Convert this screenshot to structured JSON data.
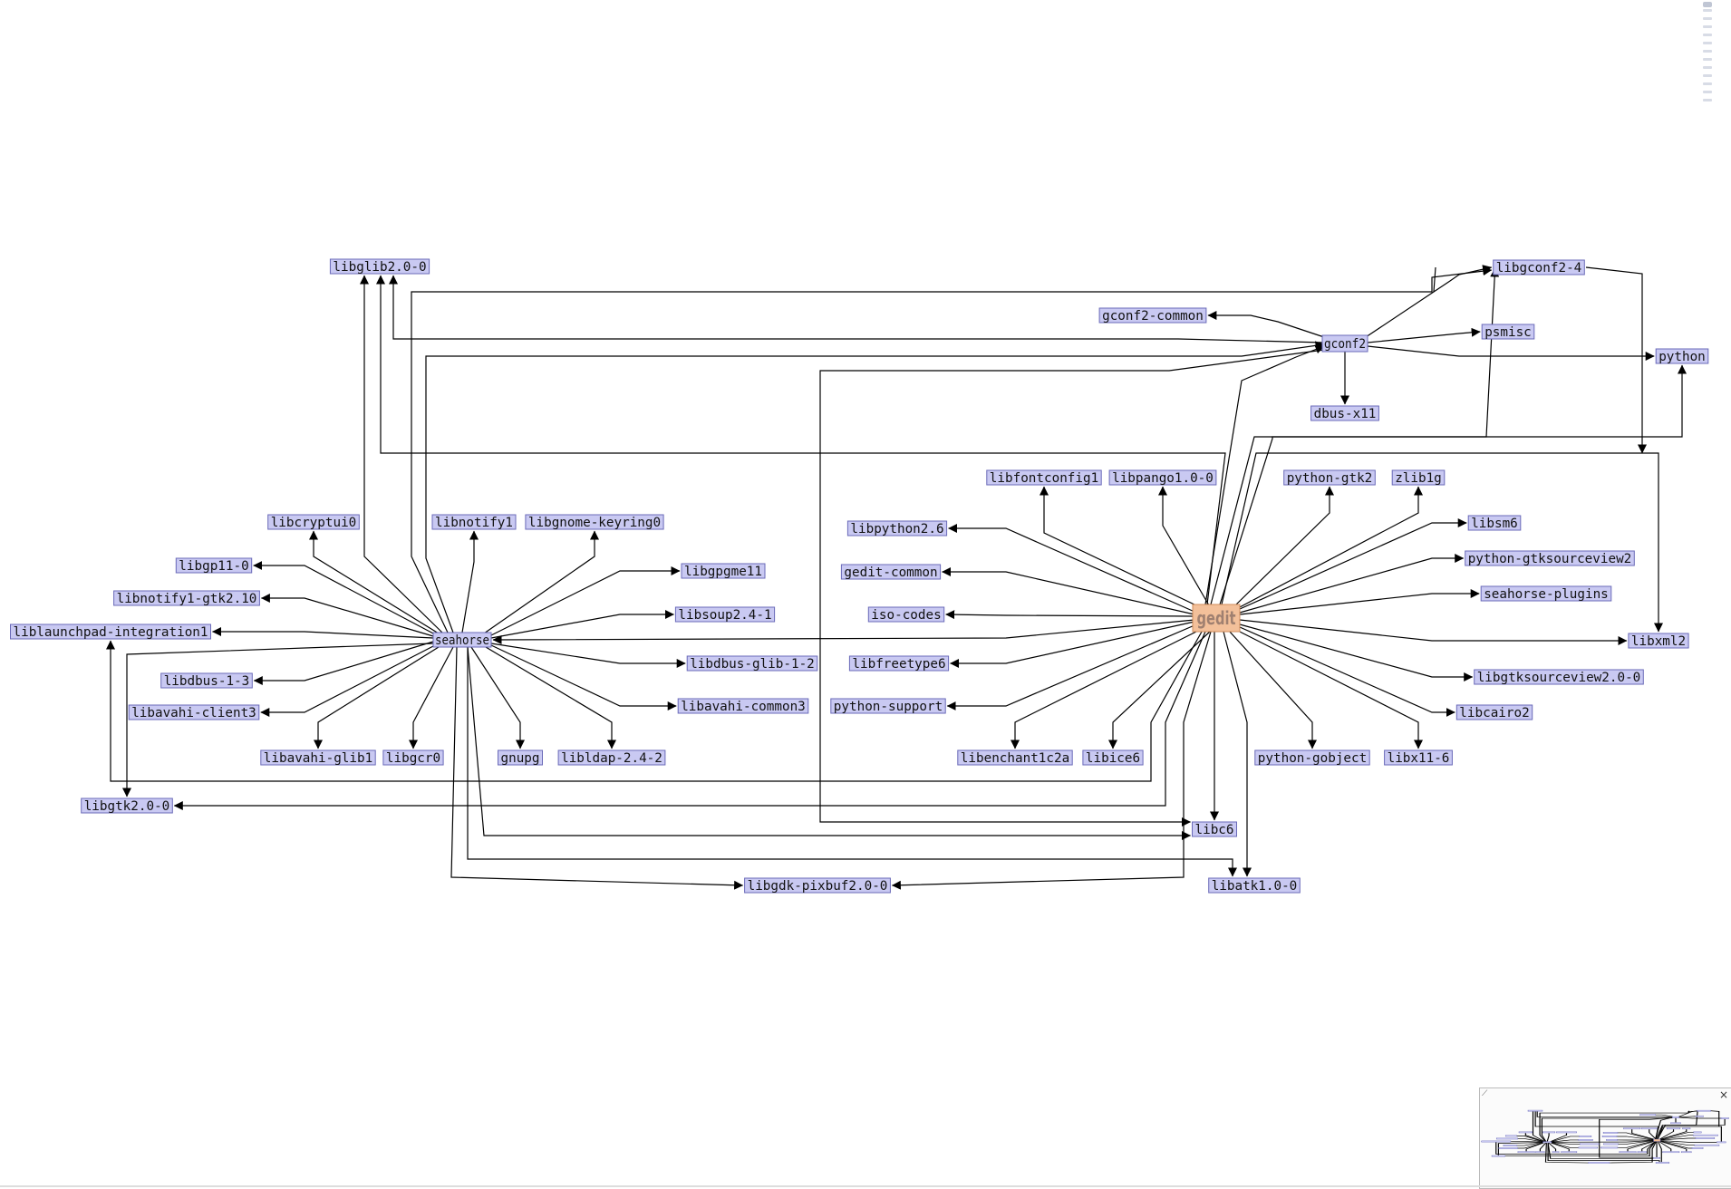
{
  "graph": {
    "center_node": "gedit",
    "colors": {
      "node_fill": "#c9c9f2",
      "node_border": "#6a6ab8",
      "center_fill": "#f3c09a",
      "edge": "#000000"
    },
    "nodes": {
      "gedit": "gedit",
      "seahorse": "seahorse",
      "gconf2": "gconf2",
      "libglib2": "libglib2.0-0",
      "libgconf2": "libgconf2-4",
      "gconf2common": "gconf2-common",
      "psmisc": "psmisc",
      "python": "python",
      "dbusx11": "dbus-x11",
      "libfontconfig1": "libfontconfig1",
      "libpango": "libpango1.0-0",
      "pythongtk2": "python-gtk2",
      "zlib1g": "zlib1g",
      "libsm6": "libsm6",
      "pythongtksourceview": "python-gtksourceview2",
      "seahorseplugins": "seahorse-plugins",
      "libxml2": "libxml2",
      "libpython": "libpython2.6",
      "geditcommon": "gedit-common",
      "isocodes": "iso-codes",
      "libfreetype": "libfreetype6",
      "pythonsupport": "python-support",
      "libenchant": "libenchant1c2a",
      "libice6": "libice6",
      "pythongobject": "python-gobject",
      "libx11": "libx11-6",
      "libcairo2": "libcairo2",
      "libgtksourceview": "libgtksourceview2.0-0",
      "libc6": "libc6",
      "libatk": "libatk1.0-0",
      "libgdkpixbuf": "libgdk-pixbuf2.0-0",
      "libgtk2": "libgtk2.0-0",
      "libcryptui": "libcryptui0",
      "libnotify1": "libnotify1",
      "libgnomekeyring": "libgnome-keyring0",
      "libgp11": "libgp11-0",
      "libnotifygtk": "libnotify1-gtk2.10",
      "liblaunchpad": "liblaunchpad-integration1",
      "libdbus1": "libdbus-1-3",
      "libavahiclient": "libavahi-client3",
      "libavahiglib": "libavahi-glib1",
      "libgcr0": "libgcr0",
      "gnupg": "gnupg",
      "libldap": "libldap-2.4-2",
      "libavahicommon": "libavahi-common3",
      "libdbusglib": "libdbus-glib-1-2",
      "libsoup": "libsoup2.4-1",
      "libgpgme": "libgpgme11"
    }
  },
  "overview": {
    "close_label": "×",
    "resize_label": "⟋"
  }
}
